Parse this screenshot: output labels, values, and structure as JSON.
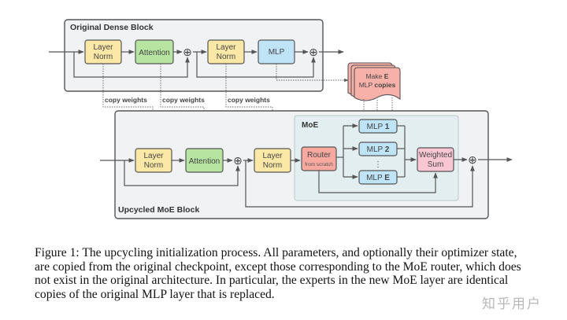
{
  "figure": {
    "dense_block": {
      "title": "Original Dense Block",
      "layer_norm_1": [
        "Layer",
        "Norm"
      ],
      "attention": "Attention",
      "layer_norm_2": [
        "Layer",
        "Norm"
      ],
      "mlp": "MLP"
    },
    "copy_doc": {
      "line1_prefix": "Make ",
      "line1_bold": "E",
      "line2_prefix": "MLP ",
      "line2_bold": "copies"
    },
    "copy_labels": [
      "copy weights",
      "copy weights",
      "copy weights"
    ],
    "moe_block": {
      "title": "Upcycled MoE Block",
      "layer_norm_1": [
        "Layer",
        "Norm"
      ],
      "attention": "Attention",
      "layer_norm_2": [
        "Layer",
        "Norm"
      ],
      "moe": {
        "title": "MoE",
        "router": "Router",
        "router_sub": "from scratch",
        "experts": [
          {
            "prefix": "MLP ",
            "bold": "1"
          },
          {
            "prefix": "MLP ",
            "bold": "2"
          },
          {
            "prefix": "MLP ",
            "bold": "E"
          }
        ],
        "ellipsis": "⋮",
        "weighted_sum": [
          "Weighted",
          "Sum"
        ]
      }
    },
    "plus_symbol": "⊕",
    "colors": {
      "layer_norm": "#fbe8a6",
      "attention": "#b7e4a0",
      "mlp": "#bfe3f7",
      "router": "#f7a9a0",
      "weighted_sum": "#f9c6d4",
      "copy_doc": "#f7b1a8",
      "block_bg": "#f1f2f4",
      "moe_bg": "#e3eef0"
    }
  },
  "caption": {
    "lines": [
      "Figure 1: The upcycling initialization process. All parameters, and optionally their optimizer state,",
      "are copied from the original checkpoint, except those corresponding to the MoE router, which does",
      "not exist in the original architecture. In particular, the experts in the new MoE layer are identical",
      "copies of the original MLP layer that is replaced."
    ]
  },
  "watermark": "知乎用户"
}
